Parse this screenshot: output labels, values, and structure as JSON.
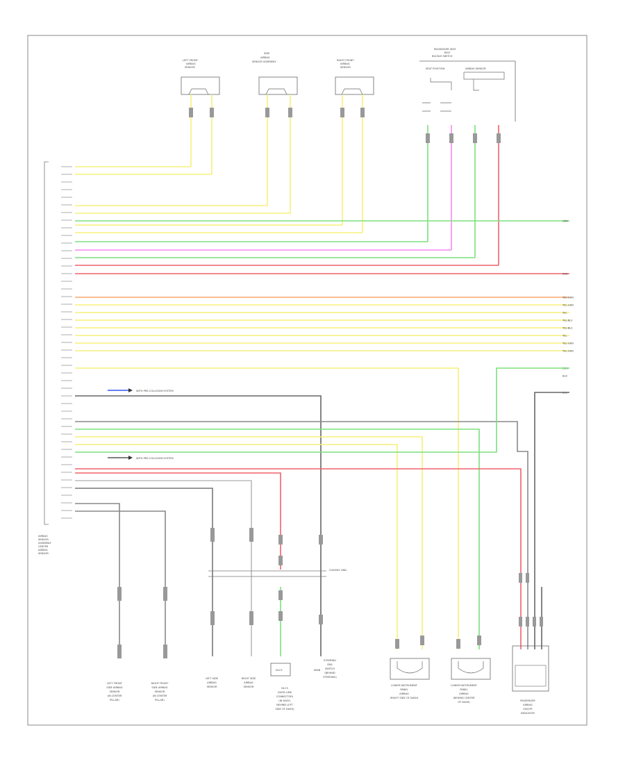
{
  "module_label": [
    "AIRBAG",
    "SENSOR",
    "ASSEMBLY",
    "CENTER",
    "AIRBAG",
    "SENSOR"
  ],
  "top_components": [
    {
      "name": [
        "LEFT FRONT",
        "AIRBAG",
        "SENSOR"
      ]
    },
    {
      "name": [
        "SIDE",
        "AIRBAG",
        "SENSOR ASSEMBLY"
      ]
    },
    {
      "name": [
        "RIGHT FRONT",
        "AIRBAG",
        "SENSOR"
      ]
    },
    {
      "name": [
        "PASSENGER SEAT",
        "BELT",
        "BUCKLE SWITCH"
      ]
    }
  ],
  "top_right_sub": [
    "SEAT POSITION",
    "AIRBAG SENSOR"
  ],
  "wire_labels_right": [
    "GRN",
    "RED",
    "YEL-GRN",
    "YEL-GRN",
    "YEL",
    "YEL-BLU",
    "YEL-BLU",
    "YEL",
    "YEL-GRN",
    "YEL-GRN",
    "GRN",
    "BLK",
    "BLK"
  ],
  "note_1": "WITH PRE-COLLISION SYSTEM",
  "note_2": "WITH PRE-COLLISION SYSTEM",
  "bottom_components": [
    {
      "name": [
        "LEFT FRONT",
        "SIDE AIRBAG",
        "SENSOR",
        "(IN CENTER",
        "PILLAR)"
      ]
    },
    {
      "name": [
        "RIGHT FRONT",
        "SIDE AIRBAG",
        "SENSOR",
        "(IN CENTER",
        "PILLAR)"
      ]
    },
    {
      "name": [
        "LEFT SIDE",
        "AIRBAG",
        "SENSOR"
      ]
    },
    {
      "name": [
        "RIGHT SIDE",
        "AIRBAG",
        "SENSOR"
      ]
    },
    {
      "name": [
        "DLC3",
        "(DATA LINK",
        "CONNECTOR)",
        "(IN DASH,",
        "BEHIND LEFT",
        "SIDE OF DASH)"
      ]
    },
    {
      "name": [
        "STEERING",
        "PAD",
        "SWITCH",
        "(BEHIND",
        "STEERING)"
      ]
    },
    {
      "name": [
        "LOWER INSTRUMENT",
        "PANEL",
        "AIRBAG",
        "(RIGHT SIDE OF DASH)"
      ]
    },
    {
      "name": [
        "LOWER INSTRUMENT",
        "PANEL",
        "AIRBAG",
        "(BEHIND CENTER",
        "OF DASH)"
      ]
    },
    {
      "name": [
        "PASSENGER",
        "AIRBAG",
        "ON/OFF",
        "INDICATOR"
      ]
    }
  ],
  "chassis_label": "CHASSIS GND",
  "dlc_box": "DLC3",
  "side_box": "MAIN",
  "colors": {
    "yellow": "#f6f07a",
    "green": "#7be07b",
    "magenta": "#f28af2",
    "red": "#f0606a",
    "orange": "#f5a66a",
    "gray": "#888888",
    "black": "#555555",
    "blue": "#3355ee",
    "frame": "#888888"
  }
}
